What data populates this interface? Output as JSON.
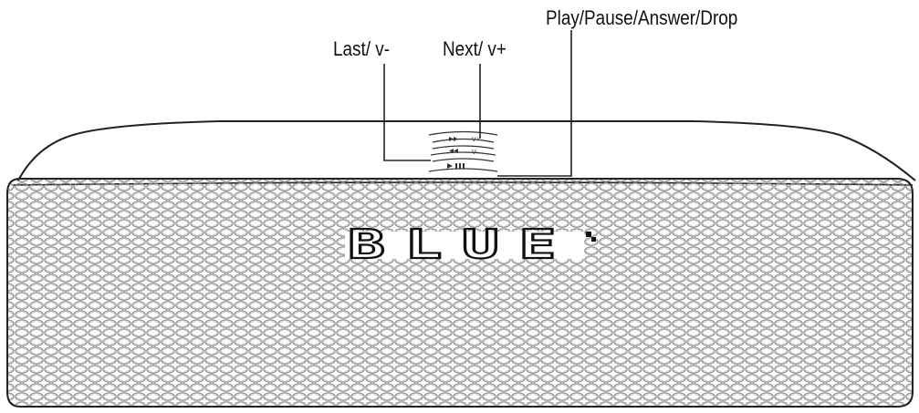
{
  "callouts": {
    "play_pause": "Play/Pause/Answer/Drop",
    "last": "Last/ v-",
    "next": "Next/ v+"
  },
  "speaker": {
    "brand": "BLUE",
    "top_buttons": [
      {
        "icon": "next-icon",
        "text": "V+"
      },
      {
        "icon": "last-icon",
        "text": "V-"
      },
      {
        "icon": "play-pause-icon",
        "text": ""
      }
    ]
  },
  "colors": {
    "line": "#222222",
    "grille": "#888888",
    "background": "#ffffff"
  }
}
